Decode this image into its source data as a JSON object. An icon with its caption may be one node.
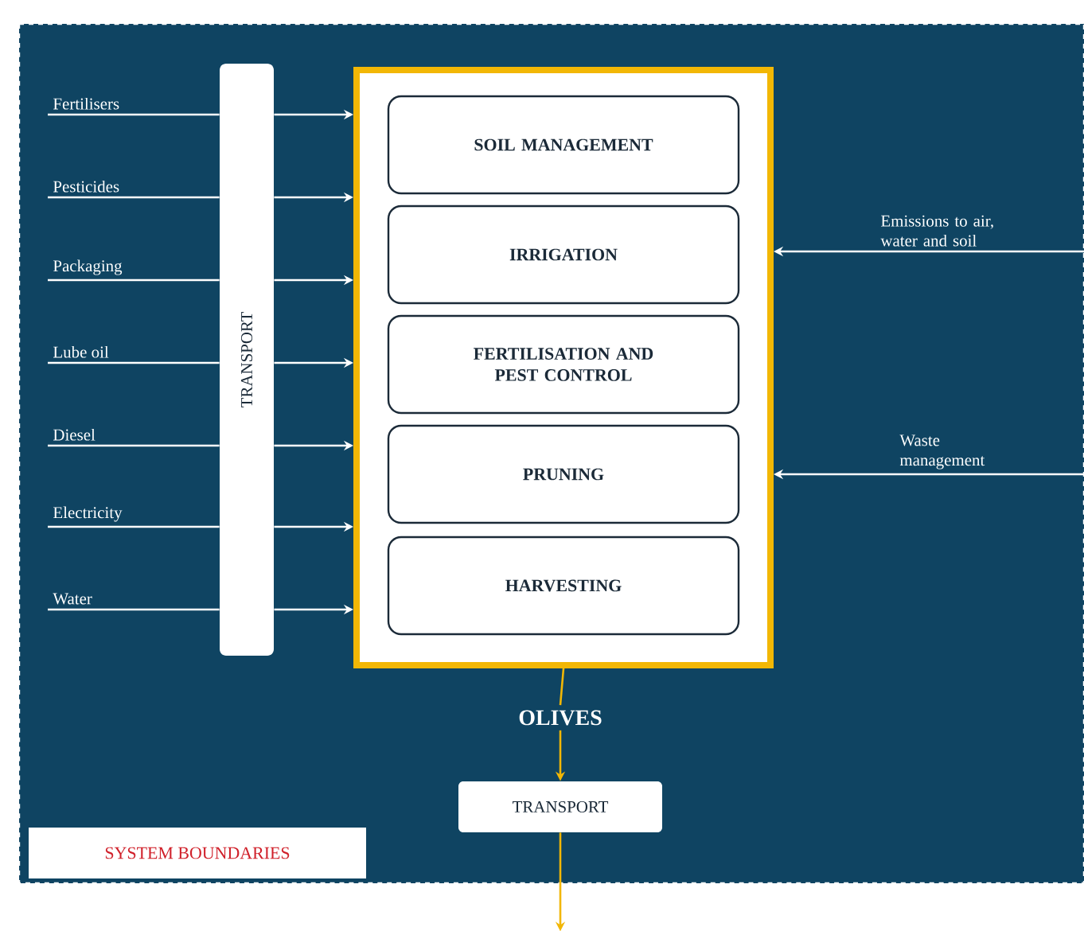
{
  "diagram": {
    "nodes": [
      {
        "text": [
          "Fertilisers"
        ]
      },
      {
        "text": [
          "Pesticides"
        ]
      },
      {
        "text": [
          "Packaging"
        ]
      },
      {
        "text": [
          "Lube oil"
        ]
      },
      {
        "text": [
          "Diesel"
        ]
      },
      {
        "text": [
          "Electricity"
        ]
      },
      {
        "text": [
          "Water"
        ]
      },
      {
        "text": [
          "TRANSPORT"
        ]
      },
      {
        "text": [],
        "shape": "box"
      },
      {
        "text": [
          "SOIL MANAGEMENT"
        ],
        "in": 8
      },
      {
        "text": [
          "IRRIGATION"
        ],
        "in": 8
      },
      {
        "text": [
          "FERTILISATION AND PEST CONTROL"
        ],
        "in": 8
      },
      {
        "text": [
          "PRUNING"
        ],
        "in": 8
      },
      {
        "text": [
          "HARVESTING"
        ],
        "in": 8
      },
      {
        "text": [
          "Emissions to air, water and soil"
        ]
      },
      {
        "text": [
          "Waste management"
        ]
      },
      {
        "text": [
          "OLIVES"
        ]
      },
      {
        "text": [
          "TRANSPORT"
        ]
      },
      {
        "text": [
          "SYSTEM BOUNDARIES"
        ]
      }
    ],
    "edges": [
      {
        "from": 0,
        "to": 7,
        "arrow": "none"
      },
      {
        "from": 1,
        "to": 7,
        "arrow": "none"
      },
      {
        "from": 2,
        "to": 7,
        "arrow": "none"
      },
      {
        "from": 3,
        "to": 7,
        "arrow": "none"
      },
      {
        "from": 4,
        "to": 7,
        "arrow": "none"
      },
      {
        "from": 5,
        "to": 7,
        "arrow": "none"
      },
      {
        "from": 6,
        "to": 7,
        "arrow": "none"
      },
      {
        "from": 7,
        "to": 8,
        "arrow": "to"
      },
      {
        "from": 7,
        "to": 8,
        "arrow": "to"
      },
      {
        "from": 7,
        "to": 8,
        "arrow": "to"
      },
      {
        "from": 7,
        "to": 8,
        "arrow": "to"
      },
      {
        "from": 7,
        "to": 8,
        "arrow": "to"
      },
      {
        "from": 7,
        "to": 8,
        "arrow": "to"
      },
      {
        "from": 7,
        "to": 8,
        "arrow": "to"
      },
      {
        "from": 14,
        "to": 8,
        "arrow": "to"
      },
      {
        "from": 15,
        "to": 8,
        "arrow": "to"
      },
      {
        "from": 8,
        "to": 16,
        "arrow": "none",
        "color": "#f2b705"
      },
      {
        "from": 16,
        "to": 17,
        "arrow": "to",
        "color": "#f2b705"
      },
      {
        "from": 17,
        "to": null,
        "arrow": "to",
        "color": "#f2b705"
      }
    ]
  }
}
